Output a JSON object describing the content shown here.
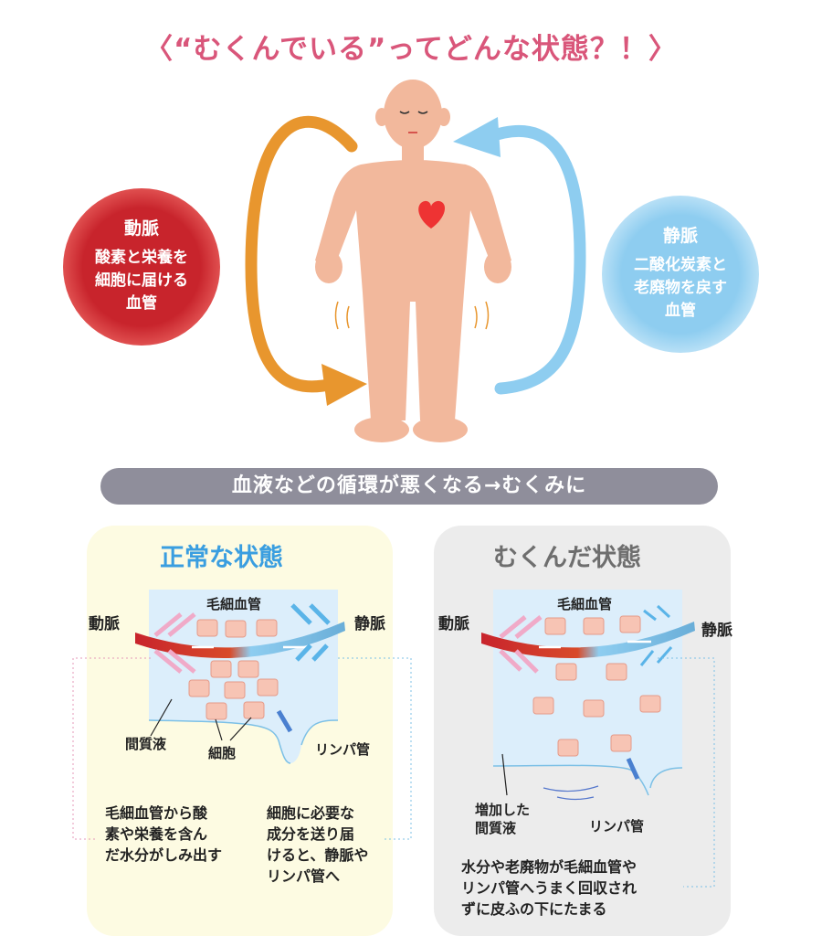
{
  "title": "〈“むくんでいる”ってどんな状態？！〉",
  "artery": {
    "heading": "動脈",
    "lines": [
      "酸素と栄養を",
      "細胞に届ける",
      "血管"
    ]
  },
  "vein": {
    "heading": "静脈",
    "lines": [
      "二酸化炭素と",
      "老廃物を戻す",
      "血管"
    ]
  },
  "banner": "血液などの循環が悪くなる→むくみに",
  "normal": {
    "title": "正常な状態",
    "capillary": "毛細血管",
    "artery": "動脈",
    "vein": "静脈",
    "interstitial": "間質液",
    "cells": "細胞",
    "lymph": "リンパ管",
    "note_left": [
      "毛細血管から酸",
      "素や栄養を含ん",
      "だ水分がしみ出す"
    ],
    "note_right": [
      "細胞に必要な",
      "成分を送り届",
      "けると、静脈や",
      "リンパ管へ"
    ]
  },
  "swollen": {
    "title": "むくんだ状態",
    "capillary": "毛細血管",
    "artery": "動脈",
    "vein": "静脈",
    "interstitial": [
      "増加した",
      "間質液"
    ],
    "lymph": "リンパ管",
    "note": [
      "水分や老廃物が毛細血管や",
      "リンパ管へうまく回収され",
      "ずに皮ふの下にたまる"
    ]
  },
  "colors": {
    "title": "#d9567a",
    "artery": "#c8242c",
    "vein": "#8ecdf0",
    "orange_arrow": "#e8962e",
    "skin": "#f2b89c",
    "banner": "#8f8e9b",
    "normal_title": "#3a9ee0",
    "swollen_title": "#6e6e6e"
  }
}
